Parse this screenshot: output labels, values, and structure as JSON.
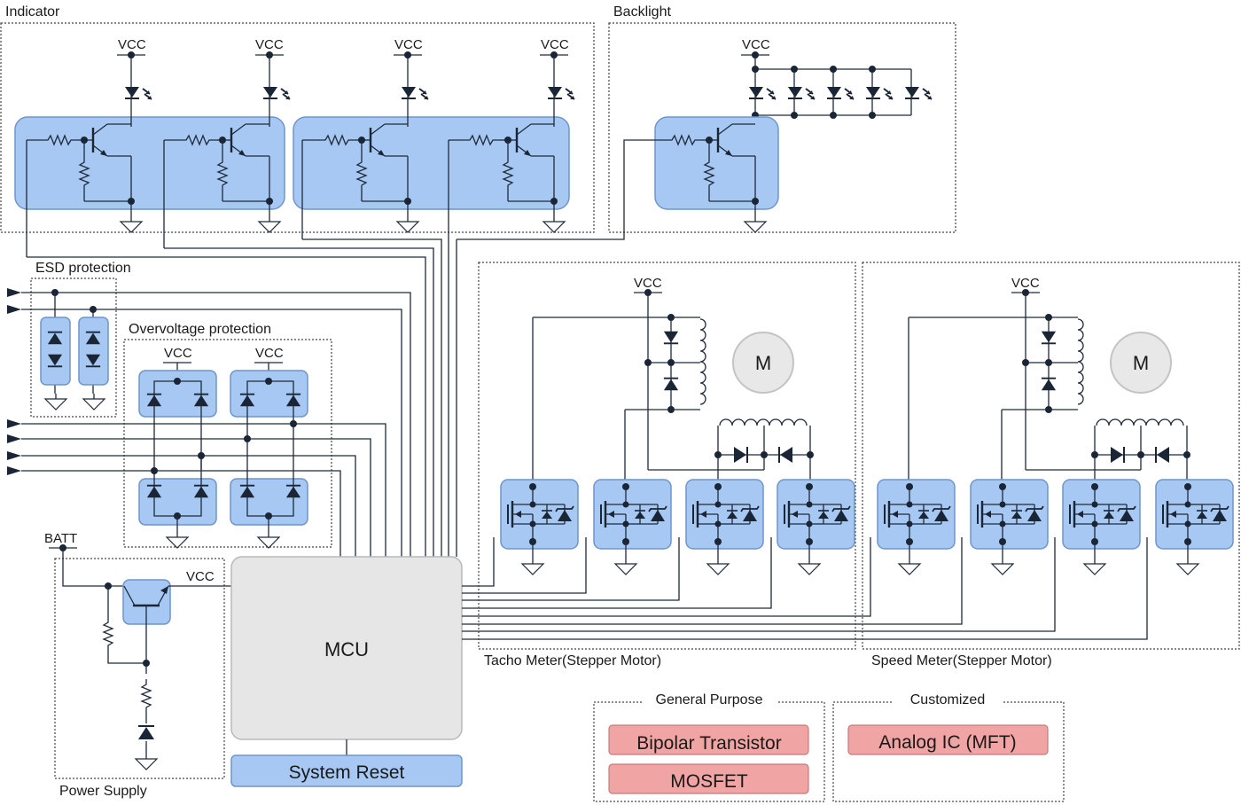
{
  "sections": {
    "indicator": "Indicator",
    "backlight": "Backlight",
    "esd": "ESD protection",
    "overvoltage": "Overvoltage protection",
    "power_supply": "Power Supply",
    "tacho": "Tacho Meter(Stepper Motor)",
    "speed": "Speed Meter(Stepper Motor)"
  },
  "labels": {
    "vcc": "VCC",
    "batt": "BATT",
    "motor": "M",
    "mcu": "MCU",
    "system_reset": "System Reset"
  },
  "legend": {
    "general_title": "General Purpose",
    "customized_title": "Customized",
    "bipolar": "Bipolar Transistor",
    "mosfet": "MOSFET",
    "analog_ic": "Analog IC (MFT)"
  },
  "colors": {
    "device_fill": "#a6c8f2",
    "device_stroke": "#6f95c9",
    "mcu_fill": "#e6e6e6",
    "legend_pink": "#f0a4a4",
    "wire": "#1f2a3a"
  }
}
